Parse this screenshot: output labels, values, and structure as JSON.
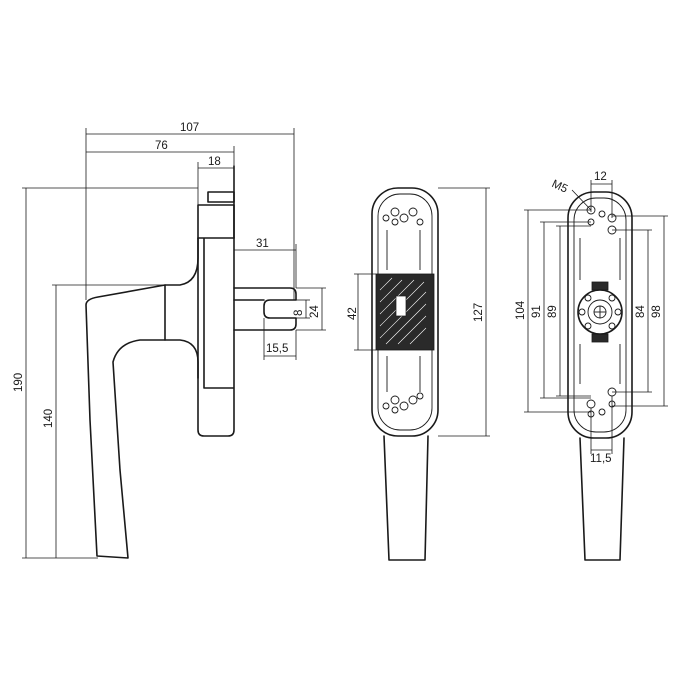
{
  "side_view": {
    "overall_width": "107",
    "handle_reach": "76",
    "base_thickness": "18",
    "spindle_length": "31",
    "spindle_square": "8",
    "spindle_collar": "24",
    "spindle_tip": "15,5",
    "overall_height": "190",
    "grip_height": "140"
  },
  "front_view": {
    "insert_height": "42",
    "rose_height": "127"
  },
  "rear_view": {
    "thread": "M5",
    "hole_spacing_top": "12",
    "hole_spacing_bottom": "11,5",
    "vert_104": "104",
    "vert_91": "91",
    "vert_89": "89",
    "vert_84": "84",
    "vert_98": "98"
  }
}
